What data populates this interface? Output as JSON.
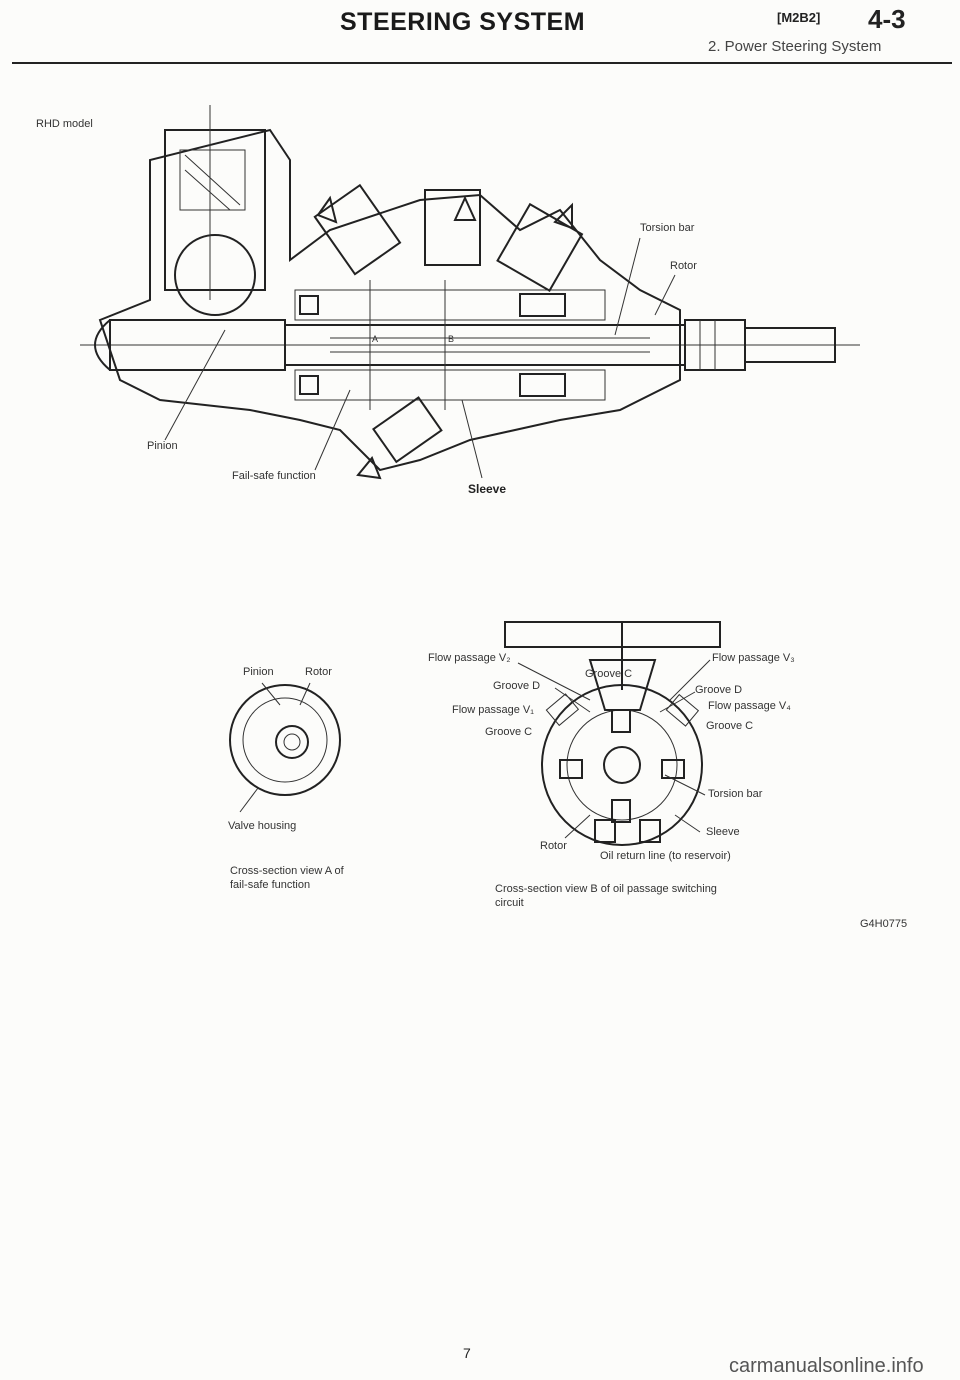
{
  "header": {
    "title": "STEERING SYSTEM",
    "code": "[M2B2]",
    "page": "4-3",
    "subtitle": "2. Power Steering System"
  },
  "figure_main": {
    "label_rhd": "RHD model",
    "torsion_bar": "Torsion bar",
    "rotor": "Rotor",
    "pinion": "Pinion",
    "failsafe": "Fail-safe function",
    "sleeve": "Sleeve",
    "a": "A",
    "b": "B"
  },
  "figure_a": {
    "pinion": "Pinion",
    "rotor": "Rotor",
    "valve_housing": "Valve housing",
    "caption_1": "Cross-section view A of",
    "caption_2": "fail-safe function"
  },
  "figure_b": {
    "flow_v2": "Flow passage V₂",
    "flow_v3": "Flow passage V₃",
    "groove_c_top": "Groove C",
    "groove_d_left": "Groove D",
    "groove_d_right": "Groove D",
    "flow_v1": "Flow passage V₁",
    "flow_v4": "Flow passage V₄",
    "groove_c_left": "Groove C",
    "groove_c_right": "Groove C",
    "torsion_bar": "Torsion bar",
    "sleeve": "Sleeve",
    "rotor": "Rotor",
    "oil_return": "Oil return line (to reservoir)",
    "caption_1": "Cross-section view B of oil passage switching",
    "caption_2": "circuit"
  },
  "figure_code": "G4H0775",
  "page_number": "7",
  "watermark": "carmanualsonline.info"
}
